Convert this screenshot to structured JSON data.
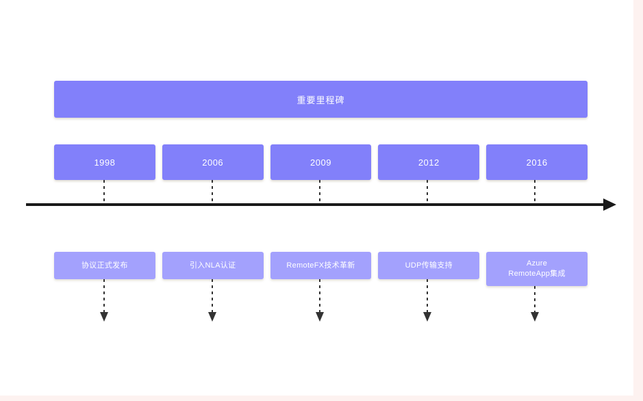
{
  "diagram": {
    "title": "重要里程碑",
    "type": "timeline",
    "colors": {
      "banner": "#8280fa",
      "milestone_box": "#8280fa",
      "event_box": "#a3a1fd",
      "axis": "#1a1a1a",
      "connector": "#333333",
      "text": "#ffffff",
      "background": "#ffffff",
      "page_edge": "#fdf2f0"
    },
    "axis": {
      "direction": "left-to-right",
      "arrowhead": "right",
      "style": "solid"
    },
    "connector_style": "dashed",
    "milestones": [
      {
        "year": "1998",
        "event": "协议正式发布"
      },
      {
        "year": "2006",
        "event": "引入NLA认证"
      },
      {
        "year": "2009",
        "event": "RemoteFX技术革新"
      },
      {
        "year": "2012",
        "event": "UDP传输支持"
      },
      {
        "year": "2016",
        "event": "Azure\nRemoteApp集成"
      }
    ]
  }
}
